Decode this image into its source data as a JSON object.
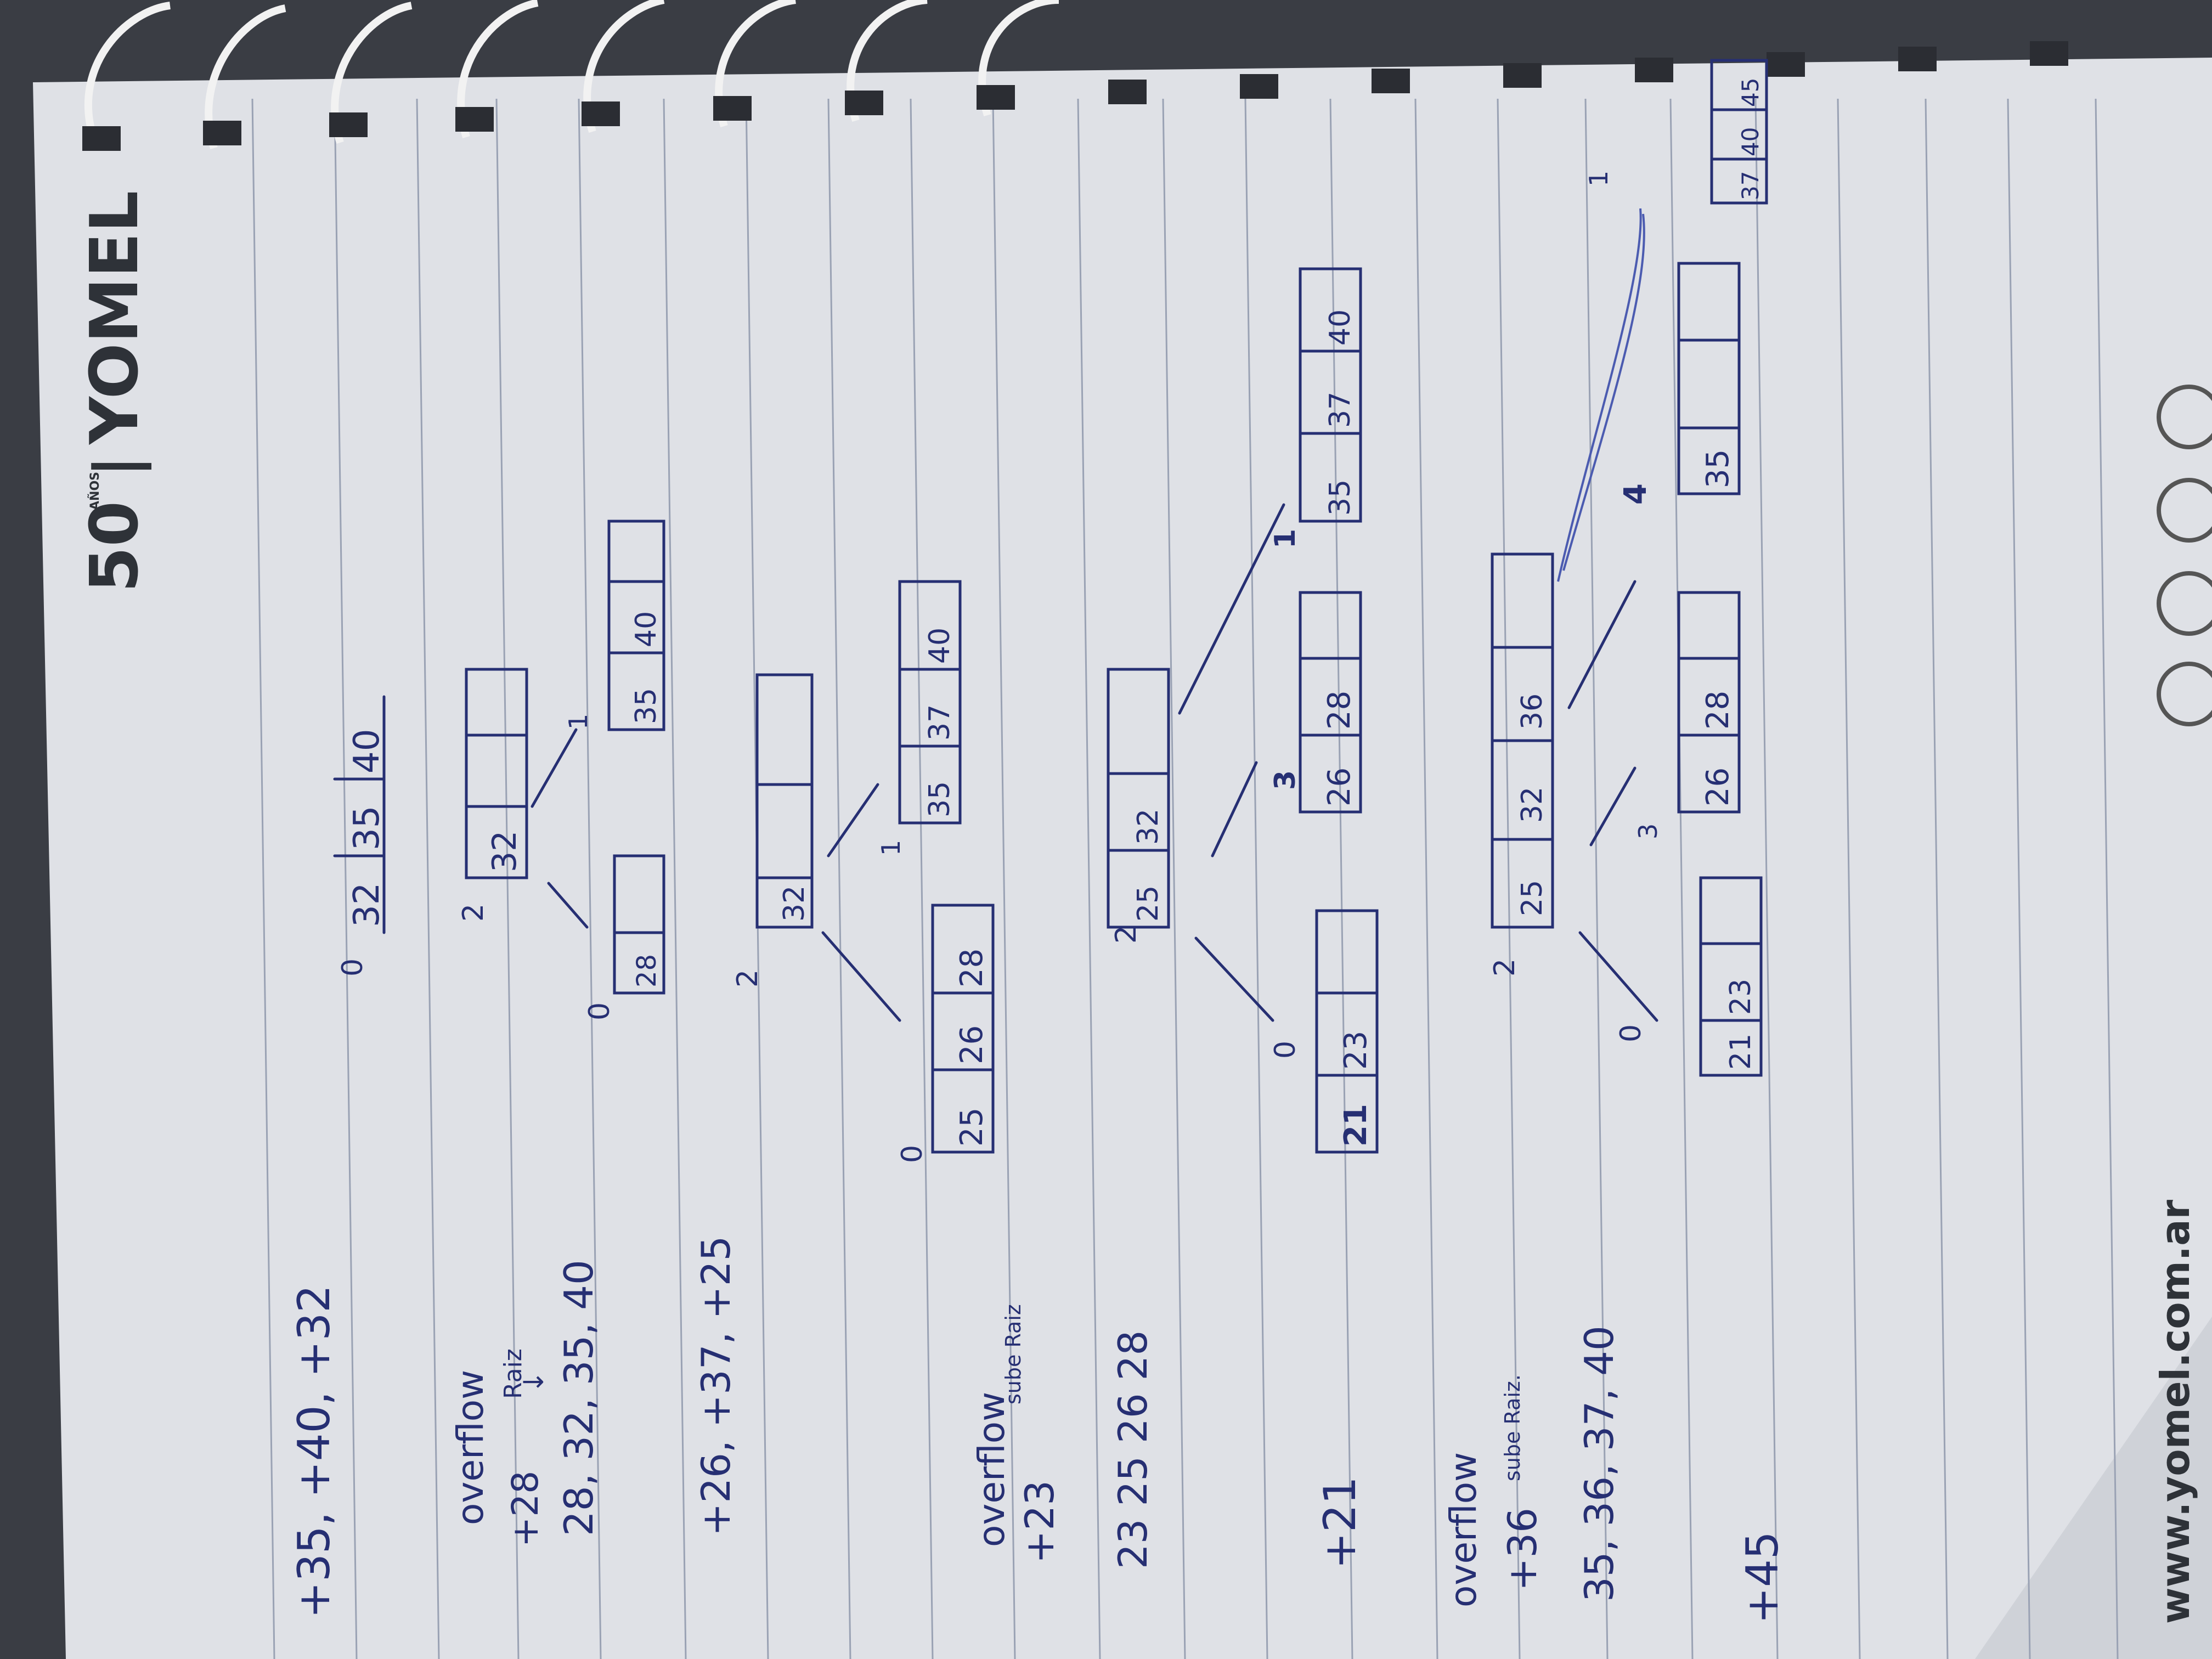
{
  "brand": {
    "anniversary": "50",
    "anniversary_small": "AÑOS",
    "separator": "|",
    "name": "YOMEL",
    "website": "www.yomel.com.ar"
  },
  "notes": {
    "op1": "+35, +40, +32",
    "op2_label": "overflow",
    "op2_root_note": "Raiz",
    "op2_insert": "+28",
    "op2_arrow": "↓",
    "op2_sequence": "28, 32, 35, 40",
    "op3": "+26, +37, +25",
    "op4_label": "overflow",
    "op4_insert": "+23",
    "op4_note": "sube Raiz",
    "op4_sequence": "23 25 26 28",
    "op5": "+21",
    "op6_label": "overflow",
    "op6_insert": "+36",
    "op6_note": "sube Raiz.",
    "op6_sequence": "35, 36, 37, 40",
    "op7": "+45"
  },
  "trees": {
    "t1": {
      "node_number": "0",
      "keys": [
        "32",
        "35",
        "40"
      ]
    },
    "t2": {
      "root_number": "2",
      "root_keys": [
        "32",
        "",
        ""
      ],
      "left_number": "0",
      "left_keys": [
        "28",
        ""
      ],
      "right_number": "1",
      "right_keys": [
        "35",
        "40"
      ]
    },
    "t3": {
      "root_number": "2",
      "root_keys": [
        "32",
        "",
        ""
      ],
      "left_number": "0",
      "left_keys": [
        "25",
        "26",
        "28"
      ],
      "right_number": "1",
      "right_keys": [
        "35",
        "37",
        "40"
      ]
    },
    "t4": {
      "root_number": "2",
      "root_keys": [
        "25",
        "32",
        ""
      ],
      "left_number": "0",
      "left_keys": [
        "21",
        "23",
        ""
      ],
      "mid_number": "3",
      "mid_keys": [
        "26",
        "28",
        ""
      ],
      "right_number": "1",
      "right_keys": [
        "35",
        "37",
        "40"
      ]
    },
    "t5": {
      "root_number": "2",
      "root_keys": [
        "25",
        "32",
        "36"
      ],
      "left_number": "0",
      "left_keys": [
        "21",
        "23",
        ""
      ],
      "mid_number": "3",
      "mid_keys": [
        "26",
        "28",
        ""
      ],
      "right_number": "4",
      "right_keys": [
        "35",
        "",
        ""
      ],
      "far_number": "1",
      "far_keys": [
        "37",
        "40",
        "45"
      ]
    }
  }
}
